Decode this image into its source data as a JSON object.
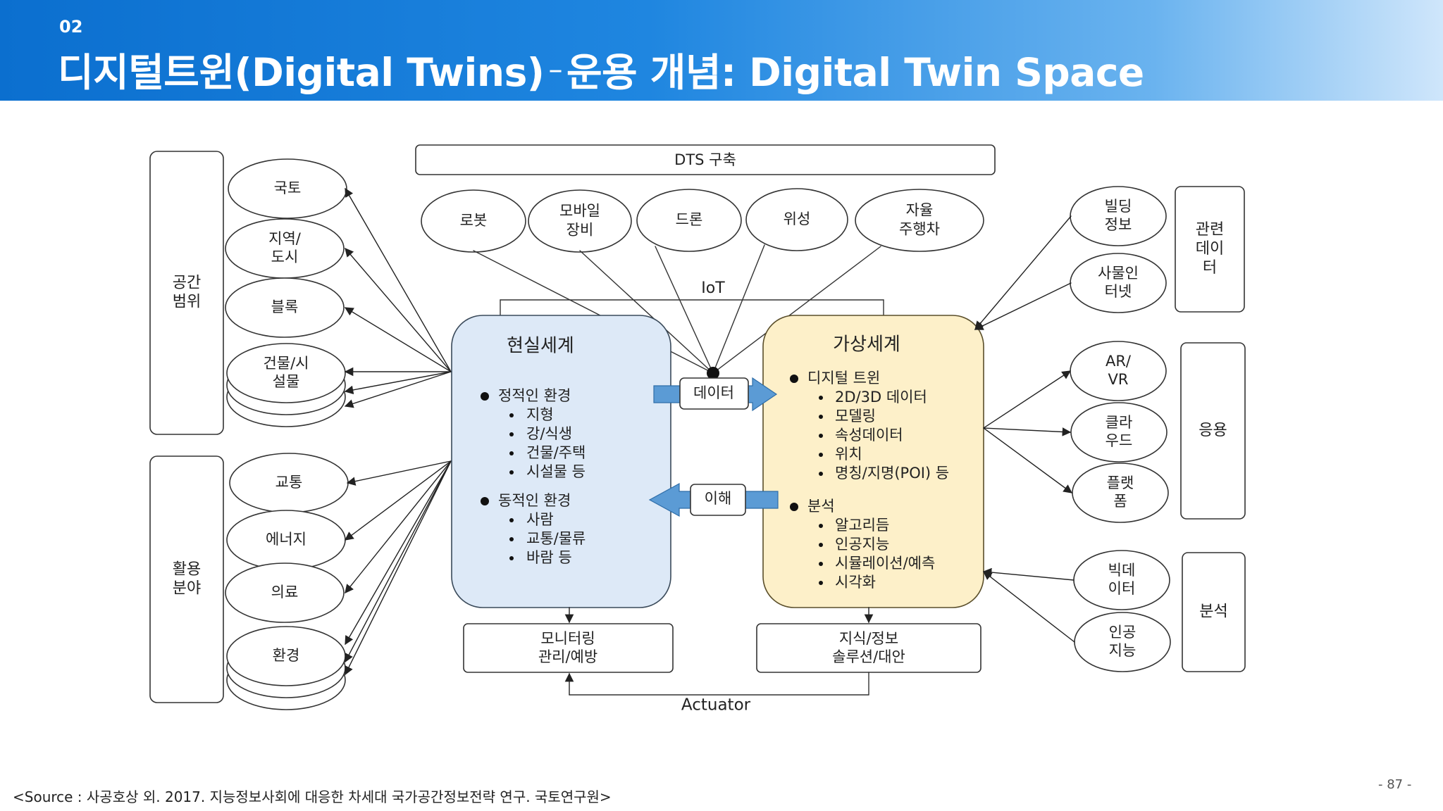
{
  "header": {
    "section_number": "02",
    "title_main": "디지털트윈(Digital Twins)",
    "title_dash": "–",
    "title_sub": "운용 개념: Digital Twin Space"
  },
  "diagram": {
    "top_box": "DTS 구축",
    "iot_label": "IoT",
    "actuator_label": "Actuator",
    "left_groups": [
      {
        "label": [
          "공간",
          "범위"
        ],
        "items": [
          [
            "국토"
          ],
          [
            "지역/",
            "도시"
          ],
          [
            "블록"
          ],
          [
            "건물/시",
            "설물"
          ]
        ]
      },
      {
        "label": [
          "활용",
          "분야"
        ],
        "items": [
          [
            "교통"
          ],
          [
            "에너지"
          ],
          [
            "의료"
          ],
          [
            "환경"
          ]
        ]
      }
    ],
    "devices": [
      [
        "로봇"
      ],
      [
        "모바일",
        "장비"
      ],
      [
        "드론"
      ],
      [
        "위성"
      ],
      [
        "자율",
        "주행차"
      ]
    ],
    "real_world": {
      "title": "현실세계",
      "sections": [
        {
          "heading": "정적인 환경",
          "items": [
            "지형",
            "강/식생",
            "건물/주택",
            "시설물 등"
          ]
        },
        {
          "heading": "동적인 환경",
          "items": [
            "사람",
            "교통/물류",
            "바람 등"
          ]
        }
      ]
    },
    "virtual_world": {
      "title": "가상세계",
      "sections": [
        {
          "heading": "디지털 트윈",
          "items": [
            "2D/3D 데이터",
            "모델링",
            "속성데이터",
            "위치",
            "명칭/지명(POI) 등"
          ]
        },
        {
          "heading": "분석",
          "items": [
            "알고리듬",
            "인공지능",
            "시뮬레이션/예측",
            "시각화"
          ]
        }
      ]
    },
    "data_label": "데이터",
    "understand_label": "이해",
    "bottom_left": [
      "모니터링",
      "관리/예방"
    ],
    "bottom_right": [
      "지식/정보",
      "솔루션/대안"
    ],
    "right_groups": [
      {
        "label": [
          "관련",
          "데이",
          "터"
        ],
        "items": [
          [
            "빌딩",
            "정보"
          ],
          [
            "사물인",
            "터넷"
          ]
        ]
      },
      {
        "label": [
          "응용"
        ],
        "items": [
          [
            "AR/",
            "VR"
          ],
          [
            "클라",
            "우드"
          ],
          [
            "플랫",
            "폼"
          ]
        ]
      },
      {
        "label": [
          "분석"
        ],
        "items": [
          [
            "빅데",
            "이터"
          ],
          [
            "인공",
            "지능"
          ]
        ]
      }
    ]
  },
  "footer": {
    "source": "<Source : 사공호상 외. 2017. 지능정보사회에 대응한 차세대 국가공간정보전략 연구. 국토연구원>",
    "page_number": "- 87 -"
  }
}
